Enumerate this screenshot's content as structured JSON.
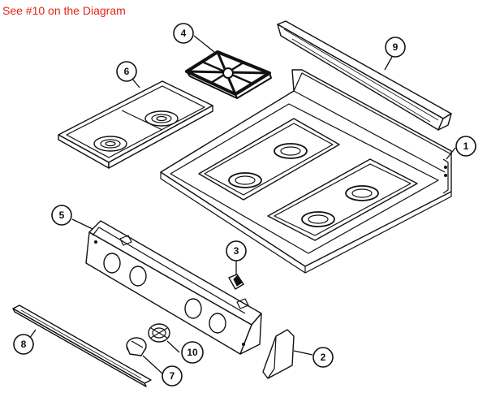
{
  "caption": "See #10 on the Diagram",
  "callouts": [
    {
      "id": "1",
      "label": "1"
    },
    {
      "id": "2",
      "label": "2"
    },
    {
      "id": "3",
      "label": "3"
    },
    {
      "id": "4",
      "label": "4"
    },
    {
      "id": "5",
      "label": "5"
    },
    {
      "id": "6",
      "label": "6"
    },
    {
      "id": "7",
      "label": "7"
    },
    {
      "id": "8",
      "label": "8"
    },
    {
      "id": "9",
      "label": "9"
    },
    {
      "id": "10",
      "label": "10"
    }
  ]
}
